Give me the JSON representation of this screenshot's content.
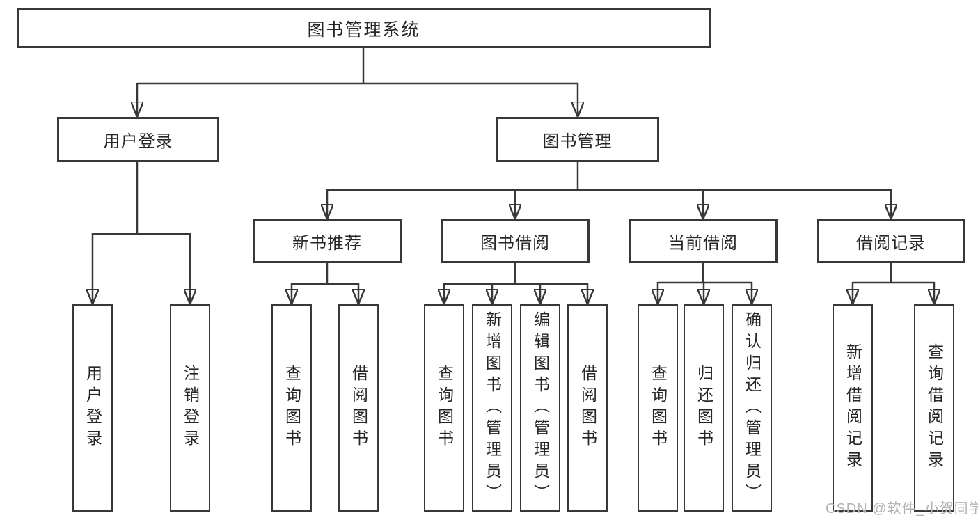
{
  "diagram": {
    "type": "hierarchy-tree",
    "colors": {
      "line": "#383838",
      "text": "#262626",
      "box_fill": "#ffffff",
      "watermark": "#b3b3b3"
    },
    "tree": {
      "root": {
        "label": "图书管理系统"
      },
      "branches": [
        {
          "label": "用户登录",
          "leaves": [
            {
              "label": "用户登录"
            },
            {
              "label": "注销登录"
            }
          ]
        },
        {
          "label": "图书管理",
          "groups": [
            {
              "label": "新书推荐",
              "leaves": [
                {
                  "label": "查询图书"
                },
                {
                  "label": "借阅图书"
                }
              ]
            },
            {
              "label": "图书借阅",
              "leaves": [
                {
                  "label": "查询图书"
                },
                {
                  "label": "新增图书（管理员）"
                },
                {
                  "label": "编辑图书（管理员）"
                },
                {
                  "label": "借阅图书"
                }
              ]
            },
            {
              "label": "当前借阅",
              "leaves": [
                {
                  "label": "查询图书"
                },
                {
                  "label": "归还图书"
                },
                {
                  "label": "确认归还（管理员）"
                }
              ]
            },
            {
              "label": "借阅记录",
              "leaves": [
                {
                  "label": "新增借阅记录"
                },
                {
                  "label": "查询借阅记录"
                }
              ]
            }
          ]
        }
      ]
    },
    "watermark": "CSDN @软件_小贺同学"
  }
}
